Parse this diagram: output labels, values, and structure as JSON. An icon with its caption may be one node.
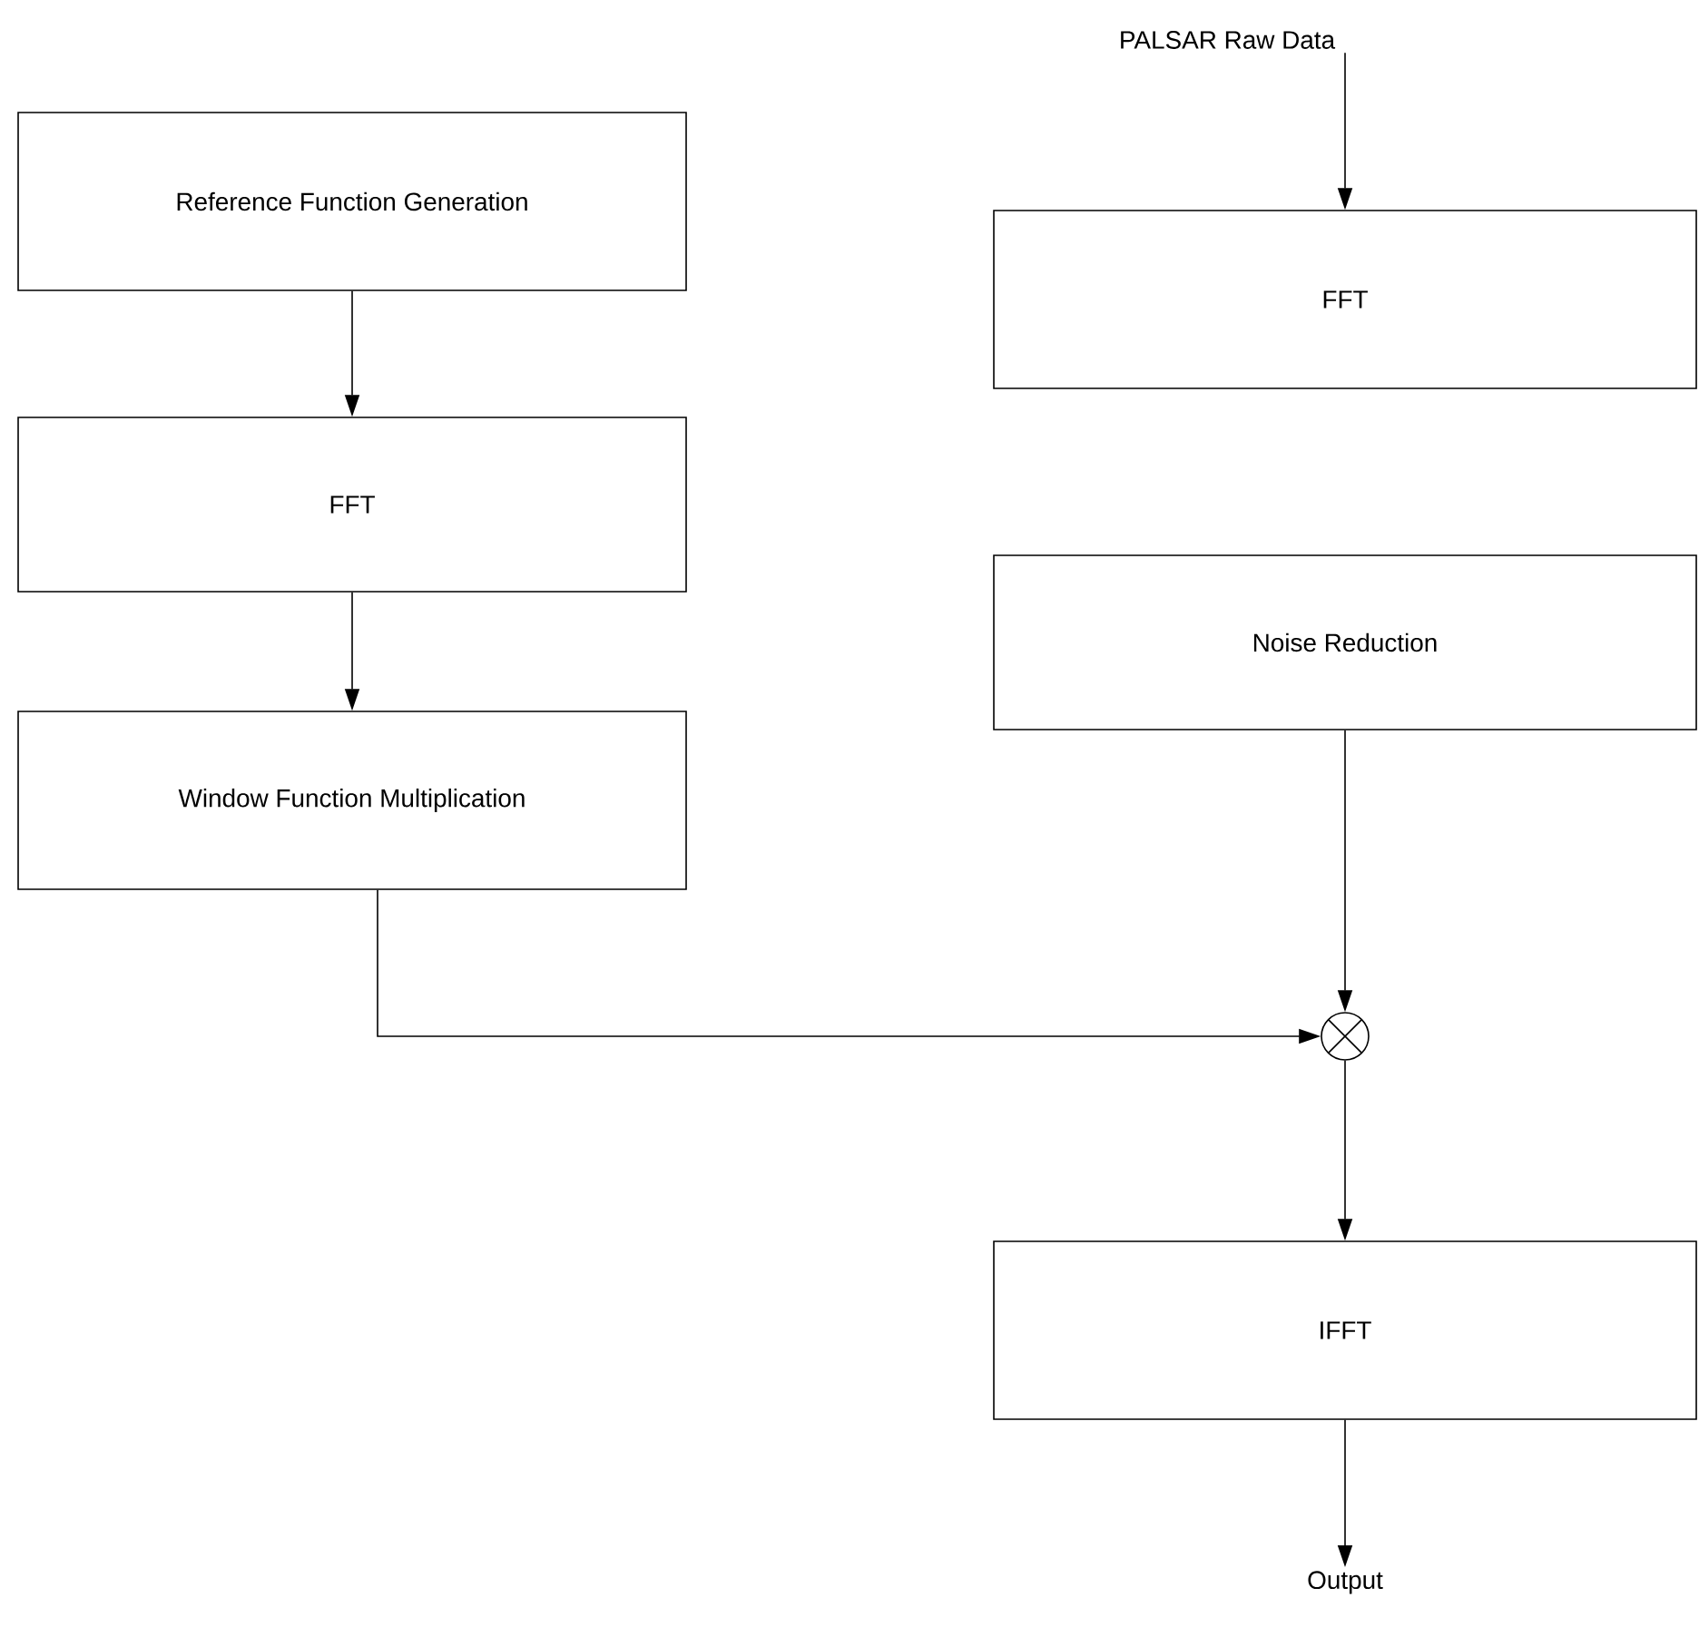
{
  "diagram": {
    "nodes": [
      {
        "text": [
          "PALSAR Raw Data"
        ]
      },
      {
        "text": [
          "Reference Function Generation"
        ]
      },
      {
        "text": [
          "FFT"
        ]
      },
      {
        "text": [
          "Window Function Multiplication"
        ]
      },
      {
        "text": [
          "FFT"
        ]
      },
      {
        "text": [
          "Noise Reduction"
        ]
      },
      {
        "text": [],
        "shape": "circle"
      },
      {
        "text": [
          "IFFT"
        ]
      },
      {
        "text": [
          "Output"
        ]
      }
    ],
    "edges": [
      {
        "from": 0,
        "to": 4,
        "arrow": "to"
      },
      {
        "from": 1,
        "to": 2,
        "arrow": "to"
      },
      {
        "from": 2,
        "to": 3,
        "arrow": "to"
      },
      {
        "from": 3,
        "to": 6,
        "arrow": "to"
      },
      {
        "from": 5,
        "to": 6,
        "arrow": "to"
      },
      {
        "from": 6,
        "to": 7,
        "arrow": "to"
      },
      {
        "from": 7,
        "to": 8,
        "arrow": "to"
      }
    ]
  }
}
